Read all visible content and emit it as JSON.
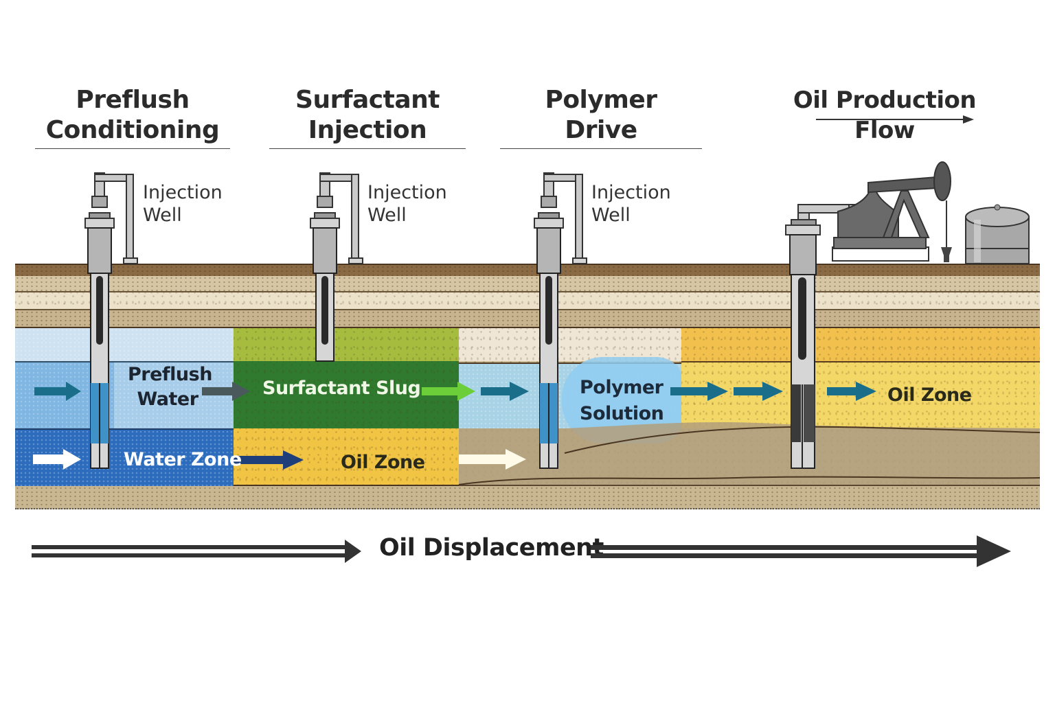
{
  "stages": [
    {
      "title_line1": "Preflush",
      "title_line2": "Conditioning"
    },
    {
      "title_line1": "Surfactant",
      "title_line2": "Injection"
    },
    {
      "title_line1": "Polymer",
      "title_line2": "Drive"
    }
  ],
  "production": {
    "title": "Oil Production Flow",
    "arrow_icon": "arrow-right-icon"
  },
  "wells": [
    {
      "label_line1": "Injection",
      "label_line2": "Well"
    },
    {
      "label_line1": "Injection",
      "label_line2": "Well"
    },
    {
      "label_line1": "Injection",
      "label_line2": "Well"
    }
  ],
  "zones": {
    "preflush_water": {
      "line1": "Preflush",
      "line2": "Water"
    },
    "water_zone": "Water Zone",
    "surfactant_slug": "Surfactant Slug",
    "oil_zone_left": "Oil Zone",
    "polymer_solution": {
      "line1": "Polymer",
      "line2": "Solution"
    },
    "oil_zone_right": "Oil Zone"
  },
  "footer": {
    "label": "Oil Displacement"
  },
  "colors": {
    "topsoil": "#8a6a44",
    "sand_light": "#d9c9a6",
    "sand_pale": "#ece0c8",
    "sand_mid": "#c4b08c",
    "water_light": "#a9cdea",
    "water_mid": "#5d9fd6",
    "water_deep": "#2a66b8",
    "surfactant_light": "#a8bf3e",
    "surfactant_dark": "#2f7a2e",
    "oil_orange": "#f2c04a",
    "oil_yellow": "#f4d766",
    "polymer_blue": "#9fd3f0",
    "arrow_teal": "#1a6e8a",
    "arrow_navy": "#1e3f7a",
    "arrow_green": "#6ccf3a"
  }
}
